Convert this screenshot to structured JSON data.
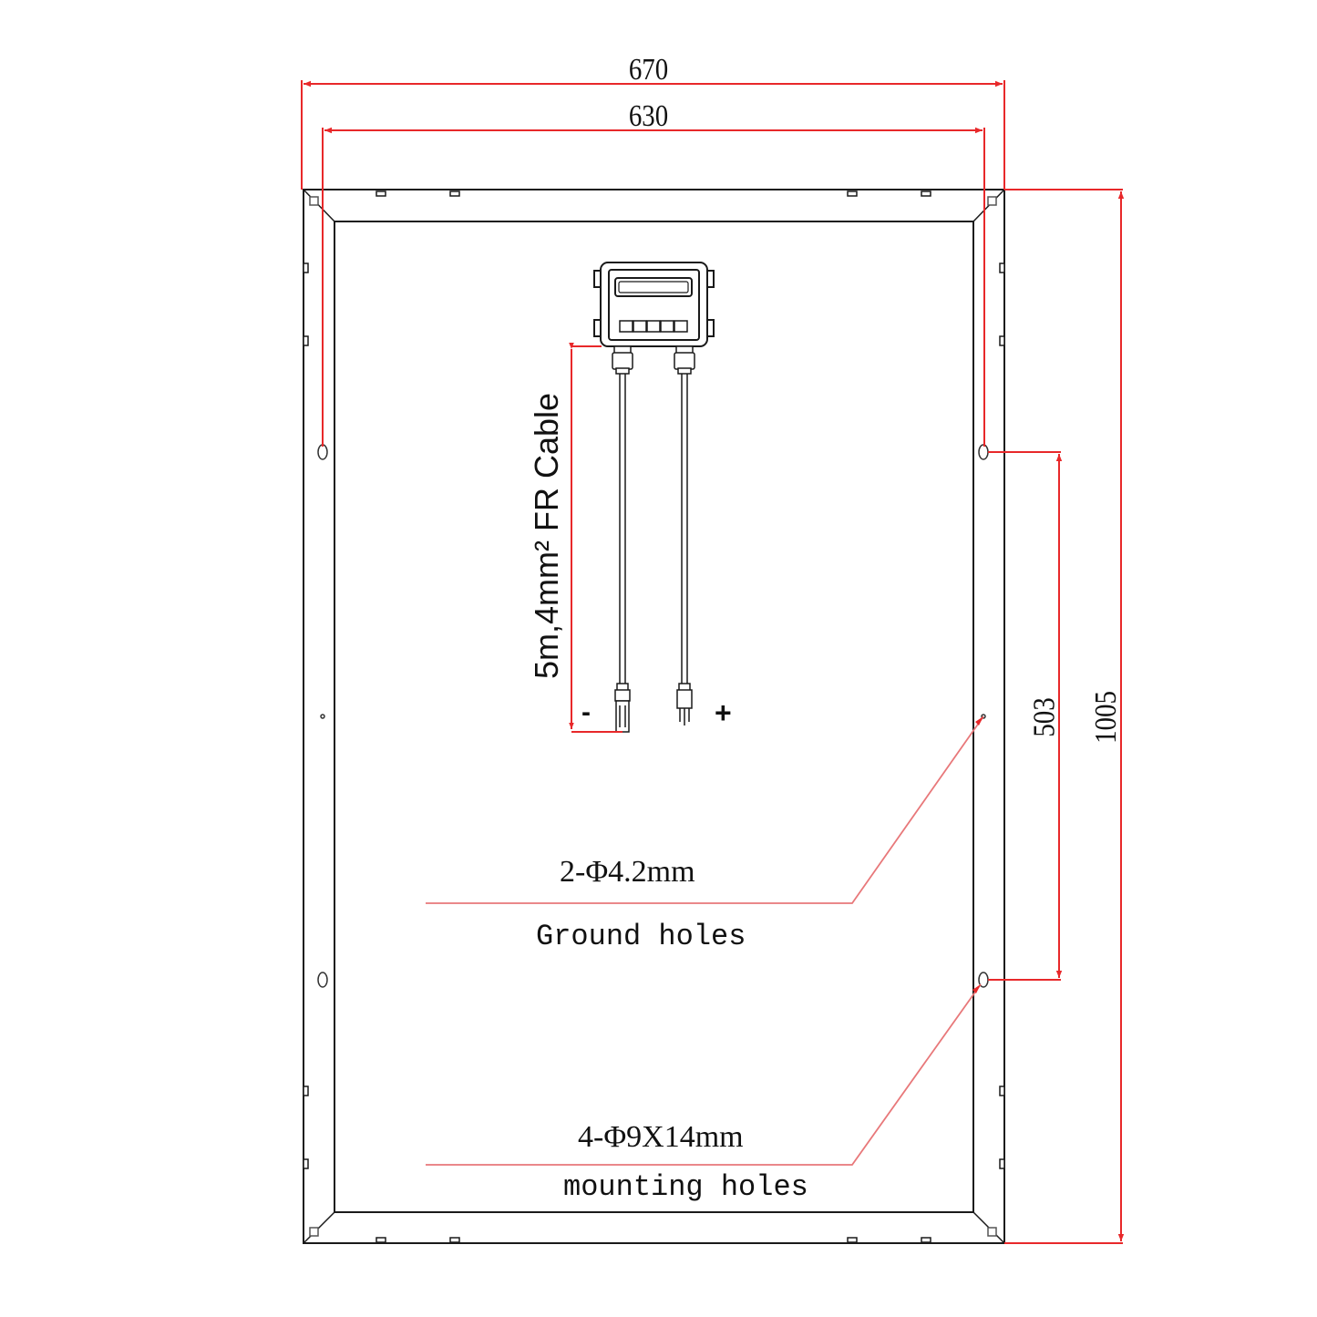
{
  "drawing": {
    "type": "solar-panel-back-view-dimension-drawing",
    "dimensions": {
      "overall_width": "670",
      "hole_spacing_width": "630",
      "overall_height": "1005",
      "hole_spacing_height": "503"
    },
    "cable": {
      "label": "5m,4mm² FR Cable",
      "negative_symbol": "-",
      "positive_symbol": "+"
    },
    "callouts": {
      "ground": {
        "spec": "2-Φ4.2mm",
        "description": "Ground holes"
      },
      "mounting": {
        "spec": "4-Φ9X14mm",
        "description": "mounting holes"
      }
    },
    "colors": {
      "dimension_line": "#e8282a",
      "leader_line": "#e8787a",
      "outline": "#1a1a1a"
    }
  }
}
